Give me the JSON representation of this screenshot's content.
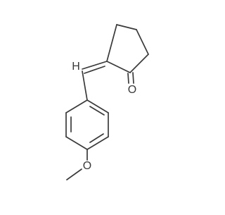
{
  "molecule": {
    "atoms": {
      "carbonyl_oxygen": "O",
      "methoxy_oxygen": "O",
      "vinyl_hydrogen": "H"
    }
  },
  "colors": {
    "bond": "#3a3a3a",
    "label": "#3a3a3a",
    "background": "#ffffff"
  }
}
